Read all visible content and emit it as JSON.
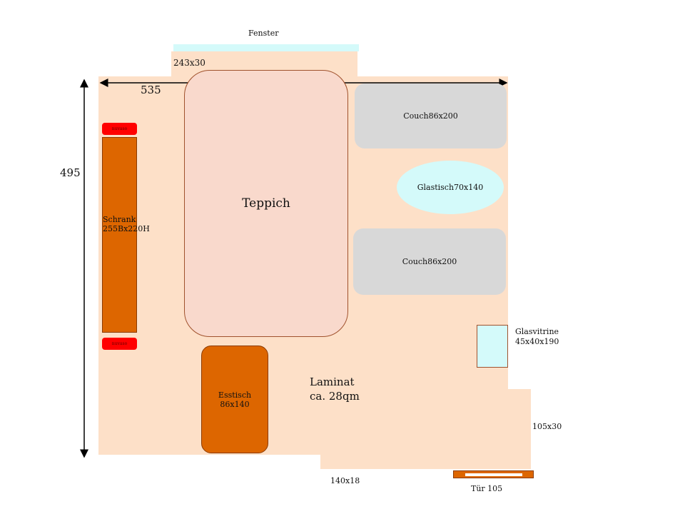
{
  "labels": {
    "window": "Fenster",
    "window_size": "243x30",
    "width": "535",
    "height": "495",
    "carpet": "Teppich",
    "couch1": "Couch86x200",
    "couch2": "Couch86x200",
    "glass_table": "Glastisch70x140",
    "wardrobe": "Schrank",
    "wardrobe_size": "255Bx220H",
    "red_top": "nuvaso",
    "red_bottom": "nuvaso",
    "dining_table": "Esstisch",
    "dining_size": "86x140",
    "floor": "Laminat",
    "area": "ca. 28qm",
    "vitrine": "Glasvitrine",
    "vitrine_size": "45x40x190",
    "niche": "105x30",
    "bottom_niche": "140x18",
    "door": "Tür 105"
  },
  "colors": {
    "floor": "#fde0c8",
    "wood": "#dd6600",
    "glass": "#d4fafa",
    "couch": "#d8d8d8",
    "carpet": "#f9d9cc"
  }
}
